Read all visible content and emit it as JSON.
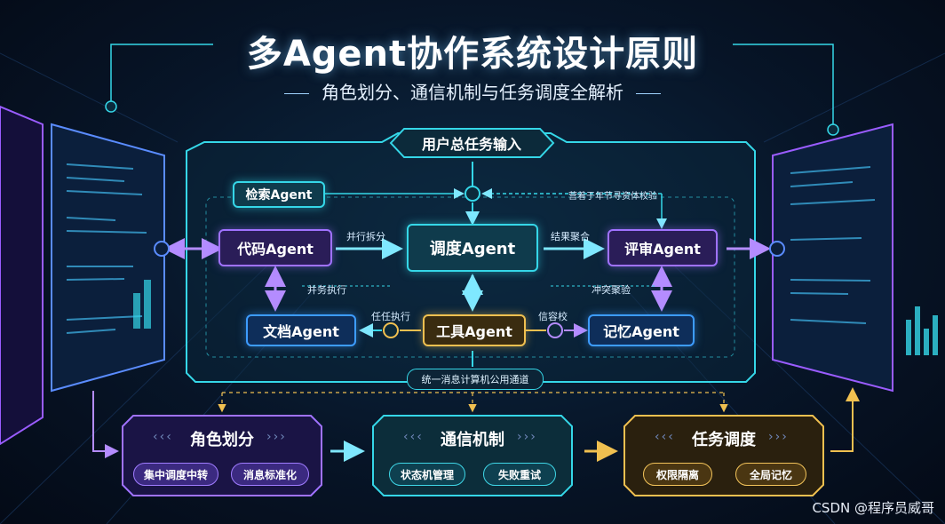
{
  "header": {
    "title": "多Agent协作系统设计原则",
    "subtitle": "角色划分、通信机制与任务调度全解析"
  },
  "nodes": {
    "input": "用户总任务输入",
    "search": "检索Agent",
    "code": "代码Agent",
    "scheduler": "调度Agent",
    "review": "评审Agent",
    "doc": "文档Agent",
    "tool": "工具Agent",
    "memory": "记忆Agent"
  },
  "edge_labels": {
    "parallel_split": "并行拆分",
    "result_merge": "结果聚合",
    "parallel_exec": "并务执行",
    "task_exec": "任任执行",
    "conflict_check": "冲突聚验",
    "consistency": "信容校",
    "top_right_note": "营着于年节寻资体校验",
    "message_bus": "统一消息计算机公用通道"
  },
  "panels": [
    {
      "title": "角色划分",
      "items": [
        "集中调度中转",
        "消息标准化"
      ],
      "color": "#a072ff"
    },
    {
      "title": "通信机制",
      "items": [
        "状态机管理",
        "失败重试"
      ],
      "color": "#35d7e8"
    },
    {
      "title": "任务调度",
      "items": [
        "权限隔离",
        "全局记忆"
      ],
      "color": "#f0c050"
    }
  ],
  "colors": {
    "cyan": "#35d7e8",
    "purple": "#a072ff",
    "blue": "#3d9cff",
    "gold": "#f0c050"
  },
  "watermark": "CSDN @程序员威哥"
}
